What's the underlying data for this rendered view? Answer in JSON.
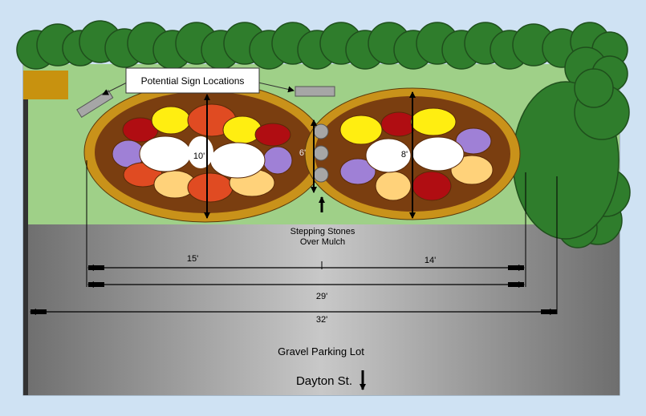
{
  "labels": {
    "sign_callout": "Potential Sign Locations",
    "stones_line1": "Stepping Stones",
    "stones_line2": "Over Mulch",
    "bed1_width": "10'",
    "bed2_width": "8'",
    "gap": "6'",
    "dim_left": "15'",
    "dim_right": "14'",
    "dim_total": "29'",
    "dim_overall": "32'",
    "lot": "Gravel Parking Lot",
    "street": "Dayton St."
  },
  "colors": {
    "background": "#cfe2f3",
    "lawn": "#9fd088",
    "lot": "#9a9a9a",
    "hedge": "#2f7d2c",
    "bed_border": "#c9921a",
    "mulch": "#7a3e10",
    "flower_red": "#b00d12",
    "flower_yellow": "#ffee11",
    "flower_orange": "#e04b22",
    "flower_purple": "#9f80d6",
    "flower_white": "#ffffff",
    "flower_peach": "#ffd27a",
    "stone": "#a6a6a6"
  }
}
